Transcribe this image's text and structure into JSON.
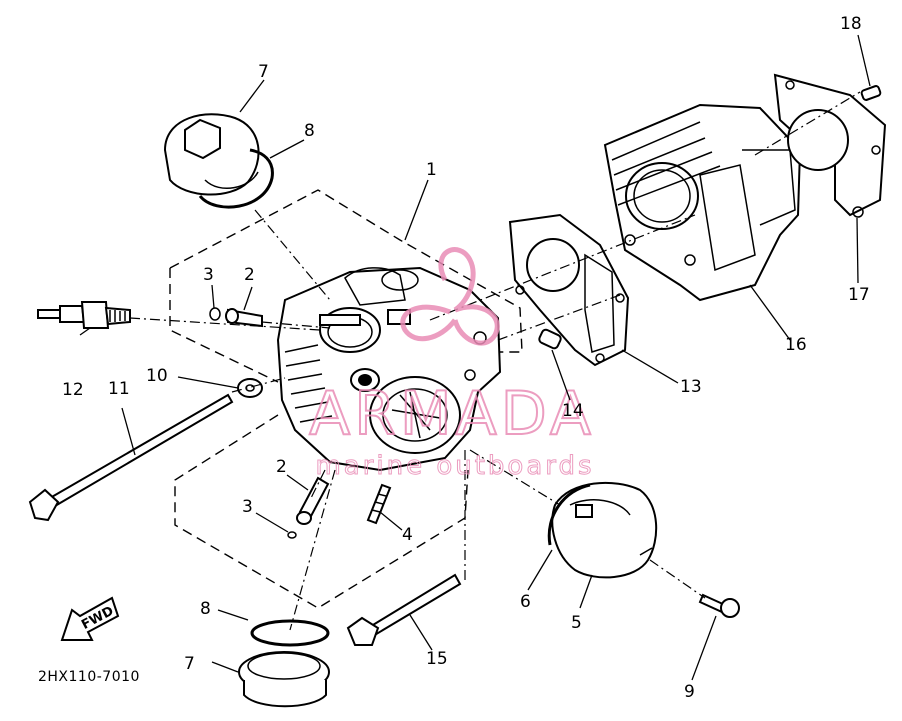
{
  "diagram": {
    "drawing_code": "2HX110-7010",
    "direction_arrow_label": "FWD",
    "watermark": {
      "brand": "ARMADA",
      "tagline": "marine outboards",
      "color": "#e98cb6"
    },
    "callouts": [
      "1",
      "2",
      "2",
      "3",
      "3",
      "4",
      "5",
      "6",
      "7",
      "7",
      "8",
      "8",
      "9",
      "10",
      "11",
      "12",
      "13",
      "14",
      "15",
      "16",
      "17",
      "18"
    ]
  }
}
